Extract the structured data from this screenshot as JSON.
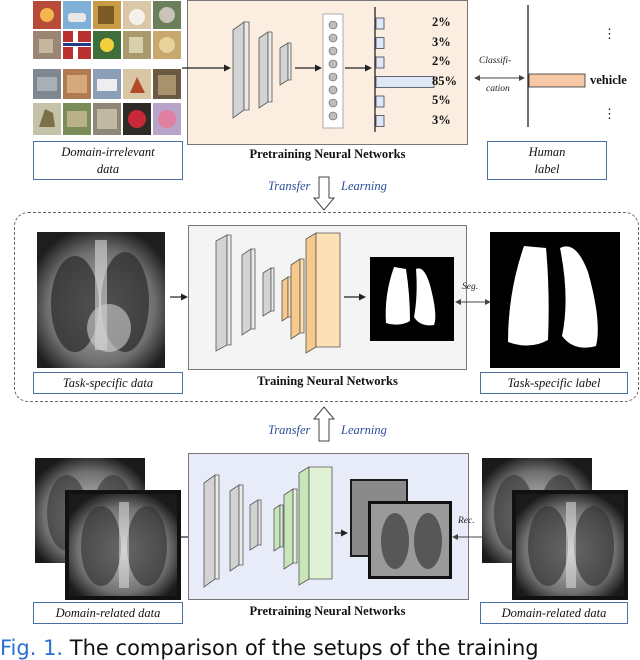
{
  "top_section": {
    "input_caption_line1": "Domain-irrelevant",
    "input_caption_line2": "data",
    "network_title": "Pretraining Neural Networks",
    "output_bars": [
      {
        "label": "2%",
        "value": 2
      },
      {
        "label": "3%",
        "value": 3
      },
      {
        "label": "2%",
        "value": 2
      },
      {
        "label": "85%",
        "value": 85
      },
      {
        "label": "5%",
        "value": 5
      },
      {
        "label": "3%",
        "value": 3
      }
    ],
    "classification_line1": "Classifi-",
    "classification_line2": "cation",
    "vehicle_label": "vehicle",
    "human_label_line1": "Human",
    "human_label_line2": "label"
  },
  "transfer_1": {
    "word1": "Transfer",
    "word2": "Learning"
  },
  "middle_section": {
    "input_caption": "Task-specific data",
    "network_title": "Training Neural Networks",
    "seg_label": "Seg.",
    "output_caption": "Task-specific label"
  },
  "transfer_2": {
    "word1": "Transfer",
    "word2": "Learning"
  },
  "bottom_section": {
    "input_caption": "Domain-related data",
    "network_title": "Pretraining Neural Networks",
    "rec_label": "Rec.",
    "output_caption": "Domain-related data"
  },
  "figure_caption": {
    "label": "Fig. 1.",
    "text": "The comparison of the setups of the training"
  },
  "colors": {
    "top_panel_bg": "#fbeee0",
    "mid_panel_bg": "#f4f4f4",
    "bottom_panel_bg": "#e8ecf8",
    "orange_layer": "#f7c98a",
    "green_layer": "#c8e6b9",
    "gray_layer": "#d3d3d3",
    "bar_fill": "#dde7f5",
    "vehicle_bar": "#f7c8a5",
    "caption_border": "#4a6fa5",
    "transfer_text": "#2a4f9a",
    "figure_label": "#2a6fd6"
  }
}
